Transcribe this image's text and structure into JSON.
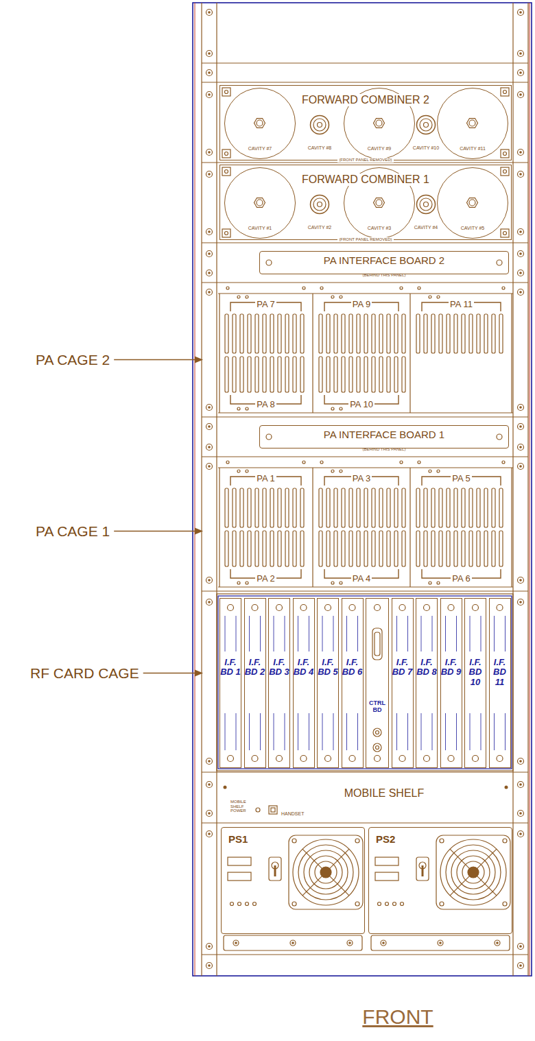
{
  "diagram": {
    "caption": "FRONT",
    "nodes": [
      {
        "text": [
          "FORWARD COMBINER 2",
          "(FRONT PANEL REMOVED)"
        ]
      },
      {
        "text": [
          "CAVITY #7"
        ],
        "in": 0
      },
      {
        "text": [
          "CAVITY #8"
        ],
        "in": 0
      },
      {
        "text": [
          "CAVITY #9"
        ],
        "in": 0
      },
      {
        "text": [
          "CAVITY #10"
        ],
        "in": 0
      },
      {
        "text": [
          "CAVITY #11"
        ],
        "in": 0
      },
      {
        "text": [
          "FORWARD COMBINER 1",
          "(FRONT PANEL REMOVED)"
        ]
      },
      {
        "text": [
          "CAVITY #1"
        ],
        "in": 6
      },
      {
        "text": [
          "CAVITY #2"
        ],
        "in": 6
      },
      {
        "text": [
          "CAVITY #3"
        ],
        "in": 6
      },
      {
        "text": [
          "CAVITY #4"
        ],
        "in": 6
      },
      {
        "text": [
          "CAVITY #5"
        ],
        "in": 6
      },
      {
        "text": [
          "PA INTERFACE BOARD 2",
          "(BEHIND THIS PANEL)"
        ]
      },
      {
        "text": [
          "PA 7"
        ]
      },
      {
        "text": [
          "PA 9"
        ]
      },
      {
        "text": [
          "PA 11"
        ]
      },
      {
        "text": [
          "PA 8"
        ]
      },
      {
        "text": [
          "PA 10"
        ]
      },
      {
        "text": [
          "PA INTERFACE BOARD 1",
          "(BEHIND THIS PANEL)"
        ]
      },
      {
        "text": [
          "PA 1"
        ]
      },
      {
        "text": [
          "PA 3"
        ]
      },
      {
        "text": [
          "PA 5"
        ]
      },
      {
        "text": [
          "PA 2"
        ]
      },
      {
        "text": [
          "PA 4"
        ]
      },
      {
        "text": [
          "PA 6"
        ]
      },
      {
        "text": [
          "I.F. BD 1"
        ]
      },
      {
        "text": [
          "I.F. BD 2"
        ]
      },
      {
        "text": [
          "I.F. BD 3"
        ]
      },
      {
        "text": [
          "I.F. BD 4"
        ]
      },
      {
        "text": [
          "I.F. BD 5"
        ]
      },
      {
        "text": [
          "I.F. BD 6"
        ]
      },
      {
        "text": [
          "CTRL BD"
        ]
      },
      {
        "text": [
          "I.F. BD 7"
        ]
      },
      {
        "text": [
          "I.F. BD 8"
        ]
      },
      {
        "text": [
          "I.F. BD 9"
        ]
      },
      {
        "text": [
          "I.F. BD 10"
        ]
      },
      {
        "text": [
          "I.F. BD 11"
        ]
      },
      {
        "text": [
          "MOBILE SHELF",
          "MOBILE SHELF POWER",
          "HANDSET"
        ]
      },
      {
        "text": [
          "PS1"
        ]
      },
      {
        "text": [
          "PS2"
        ]
      }
    ],
    "labels": [
      "PA CAGE 2",
      "PA CAGE 1",
      "RF CARD CAGE"
    ]
  }
}
